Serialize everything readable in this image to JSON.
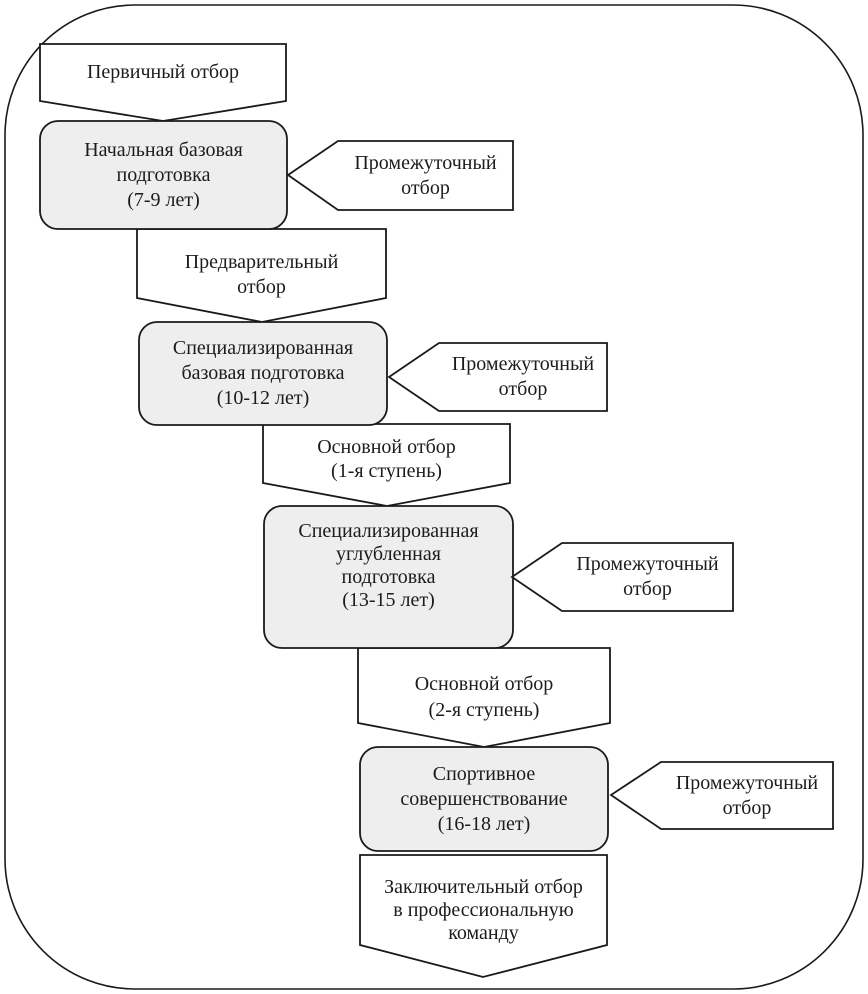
{
  "colors": {
    "stage_fill": "#eeeeee",
    "selection_fill": "#ffffff",
    "line": "#1a1a1a",
    "background": "#ffffff"
  },
  "selection_steps": [
    {
      "label": "Первичный отбор"
    },
    {
      "label": "Предварительный\nотбор"
    },
    {
      "label": "Основной отбор\n(1-я ступень)"
    },
    {
      "label": "Основной отбор\n(2-я ступень)"
    },
    {
      "label": "Заключительный отбор\nв профессиональную\nкоманду"
    }
  ],
  "training_stages": [
    {
      "label": "Начальная базовая\nподготовка\n(7-9 лет)"
    },
    {
      "label": "Специализированная\nбазовая подготовка\n(10-12 лет)"
    },
    {
      "label": "Специализированная\nуглубленная\nподготовка\n(13-15 лет)"
    },
    {
      "label": "Спортивное\nсовершенствование\n(16-18 лет)"
    }
  ],
  "intermediate_selections": [
    {
      "label": "Промежуточный\nотбор"
    },
    {
      "label": "Промежуточный\nотбор"
    },
    {
      "label": "Промежуточный\nотбор"
    },
    {
      "label": "Промежуточный\nотбор"
    }
  ]
}
